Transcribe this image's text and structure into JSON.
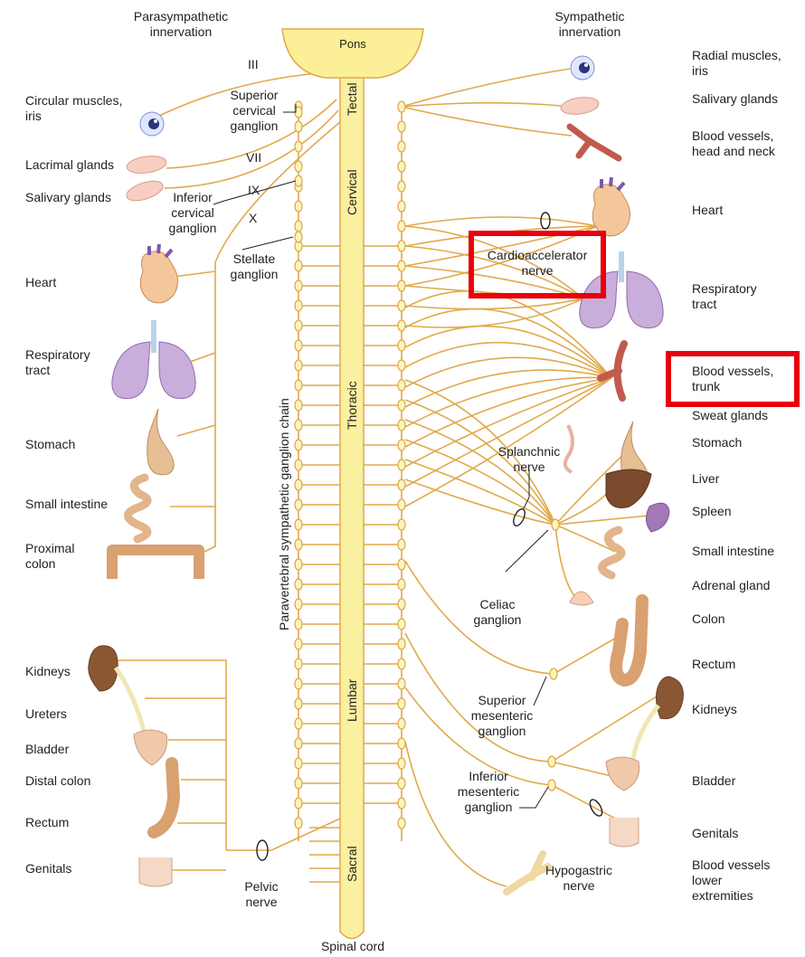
{
  "headers": {
    "parasympathetic": "Parasympathetic\ninnervation",
    "sympathetic": "Sympathetic\ninnervation"
  },
  "cord": {
    "pons": "Pons",
    "tectal": "Tectal",
    "cervical": "Cervical",
    "thoracic": "Thoracic",
    "lumbar": "Lumbar",
    "sacral": "Sacral",
    "spinal_cord": "Spinal cord",
    "chain": "Paravertebral sympathetic ganglion chain"
  },
  "cranial_nerves": [
    "III",
    "VII",
    "IX",
    "X"
  ],
  "ganglia": {
    "superior_cervical": "Superior\ncervical\nganglion",
    "inferior_cervical": "Inferior\ncervical\nganglion",
    "stellate": "Stellate\nganglion",
    "splanchnic_nerve": "Splanchnic\nnerve",
    "celiac": "Celiac\nganglion",
    "superior_mesenteric": "Superior\nmesenteric\nganglion",
    "inferior_mesenteric": "Inferior\nmesenteric\nganglion",
    "hypogastric_nerve": "Hypogastric\nnerve",
    "pelvic_nerve": "Pelvic\nnerve",
    "cardioaccelerator_nerve": "Cardioaccelerator\nnerve"
  },
  "left_organs": [
    "Circular muscles,\niris",
    "Lacrimal glands",
    "Salivary glands",
    "Heart",
    "Respiratory\ntract",
    "Stomach",
    "Small intestine",
    "Proximal\ncolon",
    "Kidneys",
    "Ureters",
    "Bladder",
    "Distal colon",
    "Rectum",
    "Genitals"
  ],
  "right_organs": [
    "Radial muscles,\niris",
    "Salivary glands",
    "Blood vessels,\nhead and neck",
    "Heart",
    "Respiratory\ntract",
    "Blood vessels,\ntrunk",
    "Sweat glands",
    "Stomach",
    "Liver",
    "Spleen",
    "Small intestine",
    "Adrenal gland",
    "Colon",
    "Rectum",
    "Kidneys",
    "Bladder",
    "Genitals",
    "Blood vessels\nlower\nextremities"
  ],
  "highlight_color": "#e8000c",
  "nerve_color": "#e0a94a"
}
